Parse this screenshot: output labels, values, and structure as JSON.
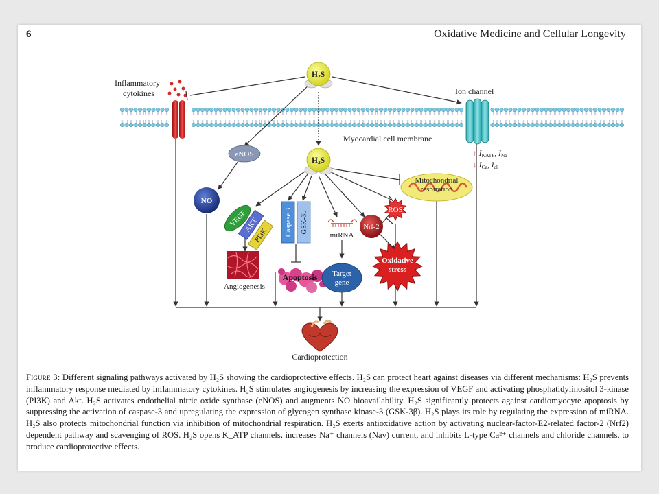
{
  "header": {
    "page_number": "6",
    "journal": "Oxidative Medicine and Cellular Longevity"
  },
  "figure": {
    "h2s_top": {
      "main": "H",
      "sub": "2",
      "tail": "S"
    },
    "h2s_inner": {
      "main": "H",
      "sub": "2",
      "tail": "S"
    },
    "inflammatory_line1": "Inflammatory",
    "inflammatory_line2": "cytokines",
    "ion_channel": "Ion channel",
    "membrane": "Myocardial cell membrane",
    "ion_currents": {
      "line1": {
        "arrow": "↑",
        "a": "I",
        "a_sub": "KATP",
        "sep": ", ",
        "b": "I",
        "b_sub": "Na"
      },
      "line2": {
        "arrow": "↓",
        "a": "I",
        "a_sub": "Ca",
        "sep": ", ",
        "b": "I",
        "b_sub": "cl"
      }
    },
    "enos": "eNOS",
    "no": "NO",
    "vegf": "VEGF",
    "akt": "AKT",
    "pi3k": "PI3K",
    "caspase": "Caspase 3",
    "gsk": "GSK-3b",
    "mirna": "miRNA",
    "nrf2": "Nrf-2",
    "ros": "ROS",
    "mito_line1": "Mitochondrial",
    "mito_line2": "respiration",
    "oxidative_line1": "Oxidative",
    "oxidative_line2": "stress",
    "angiogenesis": "Angiogenesis",
    "apoptosis": "Apoptosis",
    "target_line1": "Target",
    "target_line2": "gene",
    "cardioprotection": "Cardioprotection"
  },
  "caption": {
    "label": "Figure 3:",
    "text": " Different signaling pathways activated by H₂S showing the cardioprotective effects. H₂S can protect heart against diseases via different mechanisms: H₂S prevents inflammatory response mediated by inflammatory cytokines. H₂S stimulates angiogenesis by increasing the expression of VEGF and activating phosphatidylinositol 3-kinase (PI3K) and Akt. H₂S activates endothelial nitric oxide synthase (eNOS) and augments NO bioavailability. H₂S significantly protects against cardiomyocyte apoptosis by suppressing the activation of caspase-3 and upregulating the expression of glycogen synthase kinase-3 (GSK-3β). H₂S plays its role by regulating the expression of miRNA. H₂S also protects mitochondrial function via inhibition of mitochondrial respiration. H₂S exerts antioxidative action by activating nuclear-factor-E2-related factor-2 (Nrf2) dependent pathway and scavenging of ROS. H₂S opens K_ATP channels, increases Na⁺ channels (Nav) current, and inhibits L-type Ca²⁺ channels and chloride channels, to produce cardioprotective effects."
  },
  "colors": {
    "membrane": "#7fc8e0",
    "h2s": "#e8e832",
    "red_channel": "#d42a2a",
    "ion_channel": "#4fc2c6",
    "no_blue": "#1c3c8c",
    "vegf_green": "#2f9e3a",
    "akt_blue": "#5a6fd0",
    "pi3k_yellow": "#e6d33a",
    "caspase_blue": "#4f8fd9",
    "gsk_blue": "#6f9fe0",
    "nrf2_red": "#b11c1c",
    "ros_red": "#e23434",
    "mito_yellow": "#f1ea78",
    "target_blue": "#2c62a8",
    "apoptosis_pink": "#e4579a",
    "angio_red": "#b0162a"
  }
}
